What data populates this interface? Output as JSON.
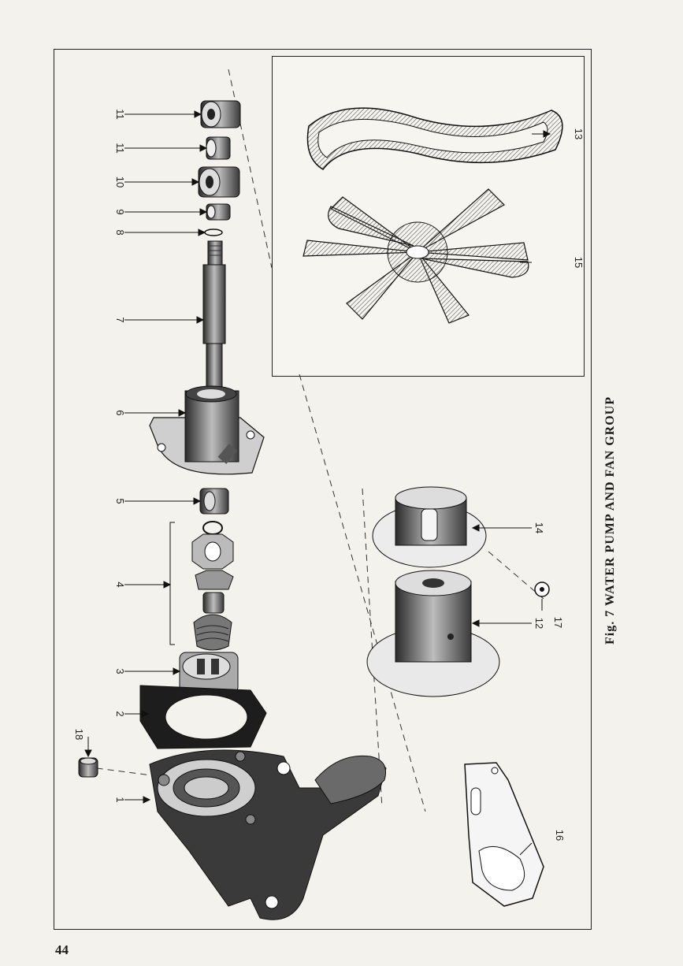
{
  "page": {
    "number": "44"
  },
  "figure": {
    "caption": "Fig. 7   WATER PUMP AND FAN GROUP",
    "callouts": [
      "1",
      "2",
      "3",
      "4",
      "5",
      "6",
      "7",
      "8",
      "9",
      "10",
      "11",
      "10",
      "12",
      "13",
      "14",
      "15",
      "16",
      "17",
      "18"
    ]
  },
  "colors": {
    "ink": "#1a1a1a",
    "paper": "#f4f2ec",
    "shade": "#8a8a8a"
  }
}
